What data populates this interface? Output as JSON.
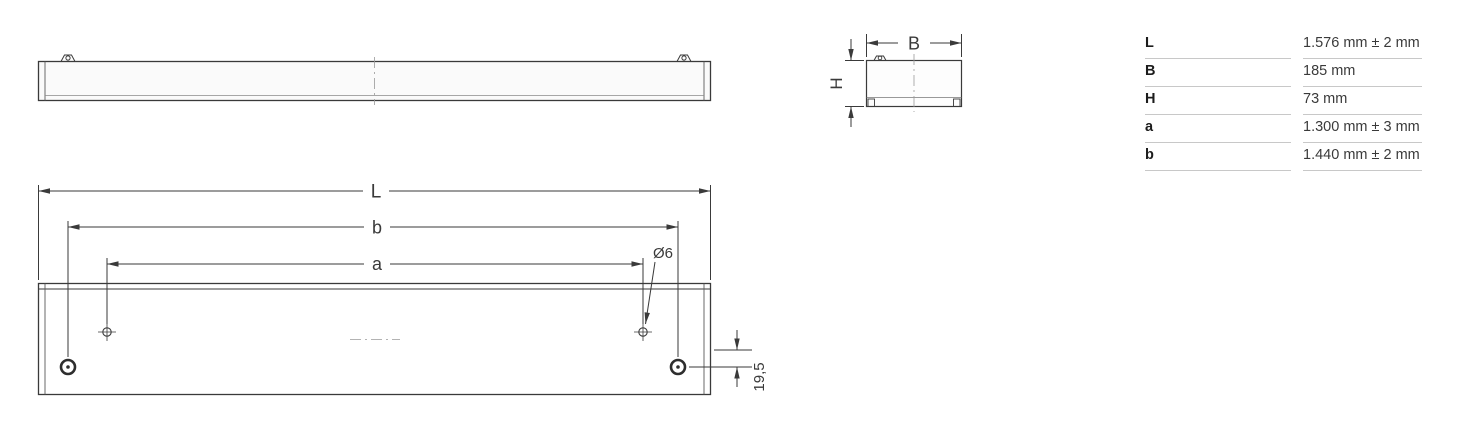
{
  "drawing": {
    "dim_labels": {
      "L": "L",
      "b": "b",
      "a": "a",
      "hole_diameter": "Ø6",
      "offset": "19,5",
      "B": "B",
      "H": "H"
    },
    "line_color": "#3a3a3a",
    "centerline_color": "#9a9a9a"
  },
  "dimension_table": {
    "rows": [
      {
        "key": "L",
        "value": "1.576 mm ± 2 mm"
      },
      {
        "key": "B",
        "value": "185 mm"
      },
      {
        "key": "H",
        "value": "73 mm"
      },
      {
        "key": "a",
        "value": "1.300 mm ± 3 mm"
      },
      {
        "key": "b",
        "value": "1.440 mm ± 2 mm"
      }
    ]
  }
}
